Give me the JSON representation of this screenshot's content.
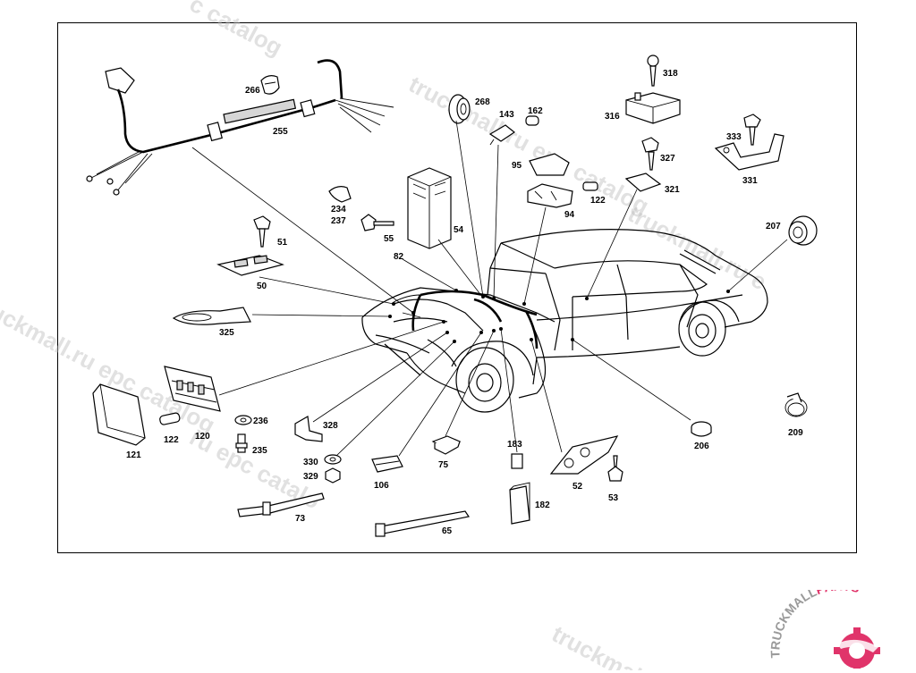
{
  "watermark": {
    "text_ru": "truckmall.ru",
    "text_ru_epc": "truckmall.ru epc catalog",
    "text_epc_catalog": "epc catalog",
    "text_ru_e": "truckmall.ru e",
    "text_c_catalog": "c catalog",
    "text_epc_catalo": "ru epc catalo"
  },
  "logo": {
    "brand_main": "TRUCKMALL",
    "brand_accent": "PARTS",
    "accent_color": "#e0346a"
  },
  "callouts": {
    "p266": "266",
    "p255": "255",
    "p268": "268",
    "p143": "143",
    "p162": "162",
    "p318": "318",
    "p316": "316",
    "p327": "327",
    "p333": "333",
    "p331": "331",
    "p95": "95",
    "p122a": "122",
    "p321": "321",
    "p94": "94",
    "p234": "234",
    "p237": "237",
    "p55": "55",
    "p54": "54",
    "p51": "51",
    "p82": "82",
    "p207": "207",
    "p50": "50",
    "p325": "325",
    "p236": "236",
    "p122b": "122",
    "p120": "120",
    "p235": "235",
    "p121": "121",
    "p328": "328",
    "p330": "330",
    "p329": "329",
    "p106": "106",
    "p75": "75",
    "p183": "183",
    "p52": "52",
    "p53": "53",
    "p182": "182",
    "p206": "206",
    "p209": "209",
    "p73": "73",
    "p65": "65"
  }
}
